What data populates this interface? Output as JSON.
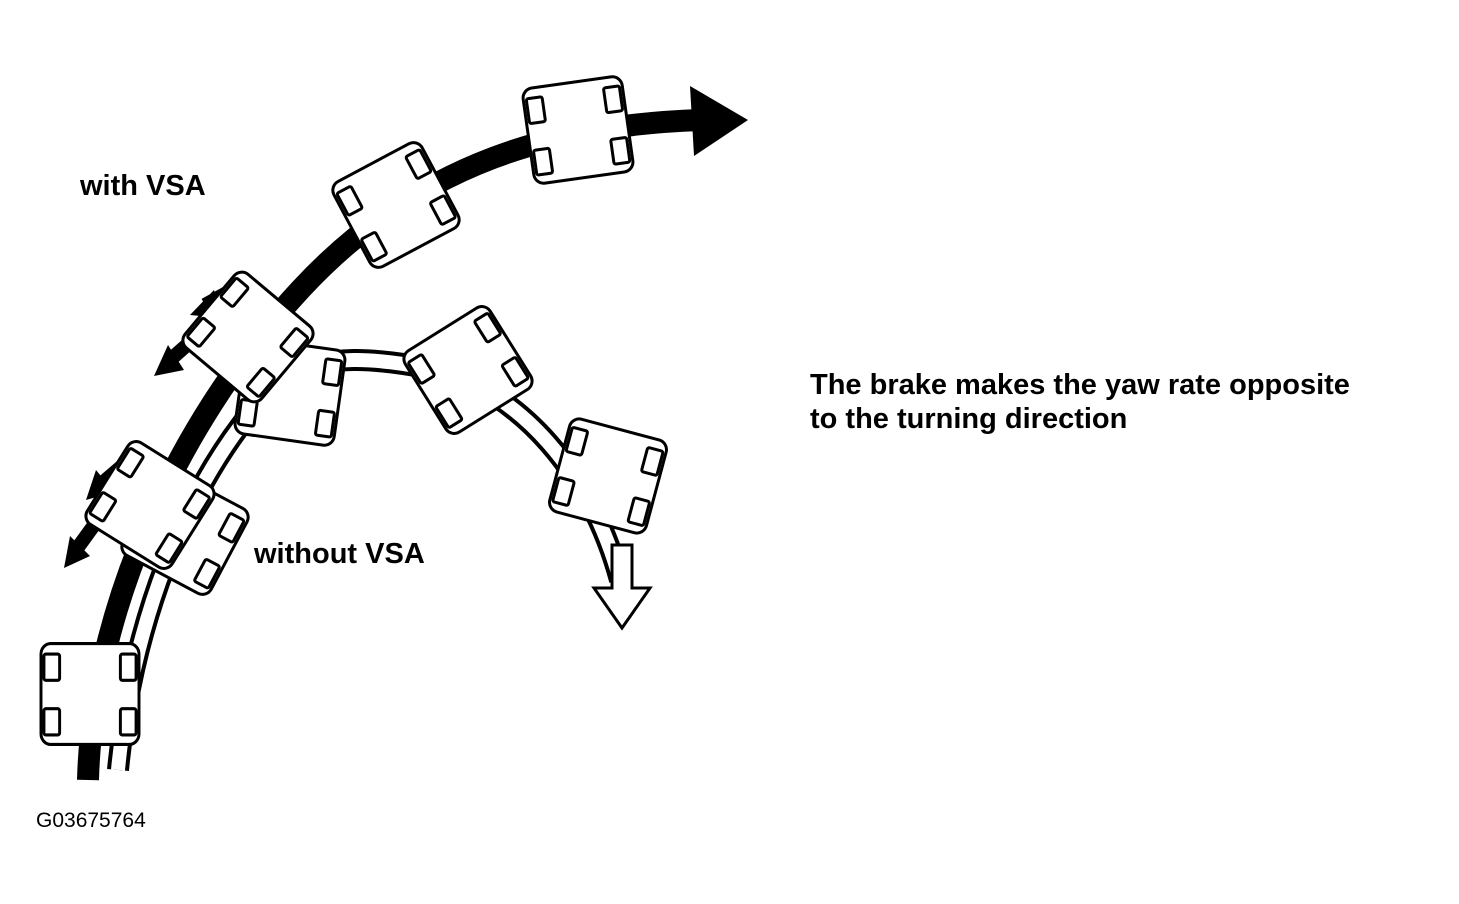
{
  "labels": {
    "with_vsa": "with VSA",
    "without_vsa": "without VSA"
  },
  "caption": {
    "line1": "The brake makes the yaw rate opposite",
    "line2": "to the turning direction"
  },
  "figure_id": "G03675764",
  "colors": {
    "ink": "#000000",
    "paper": "#ffffff"
  },
  "icons": {
    "vehicle": "car-top-view-icon",
    "path_arrow_solid": "solid-arrow-icon",
    "path_arrow_outline": "outline-arrow-icon",
    "brake_force": "brake-force-arrow-icon"
  }
}
